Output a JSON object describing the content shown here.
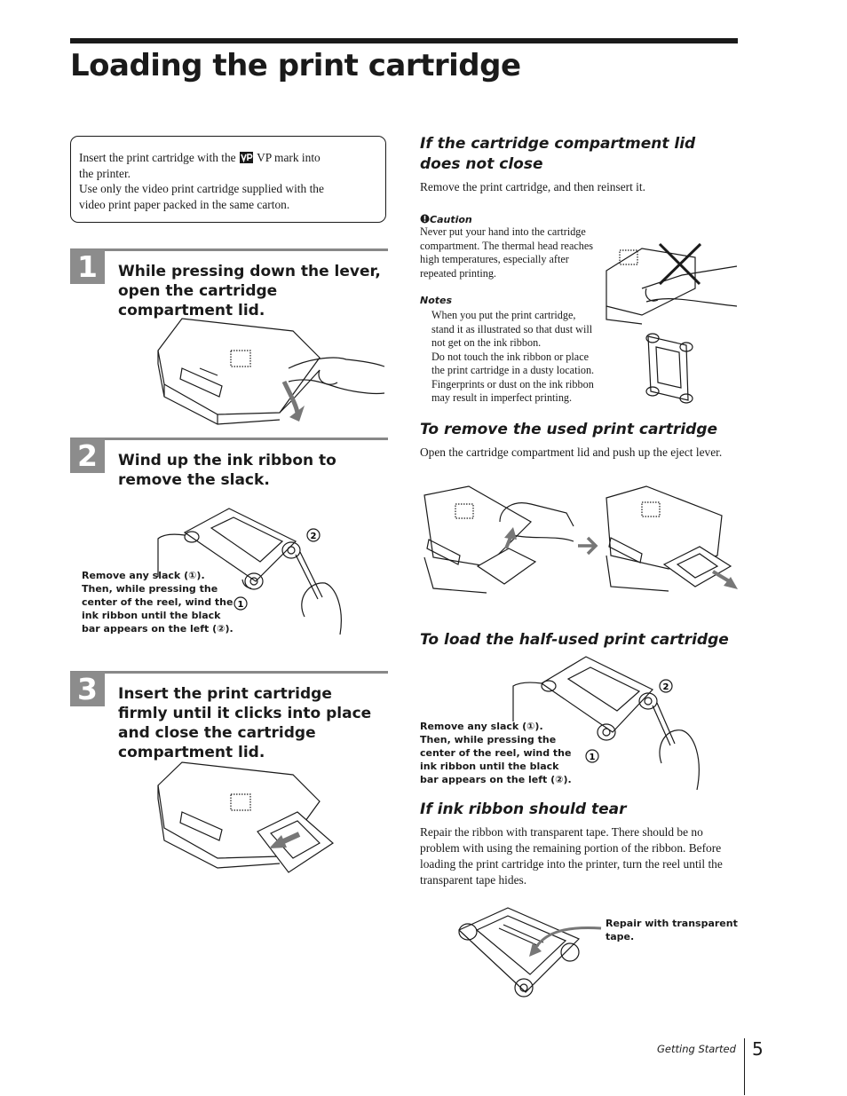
{
  "page": {
    "title": "Loading the print cartridge",
    "footer_section": "Getting Started",
    "page_number": "5"
  },
  "intro": {
    "line1_pre": "Insert the print cartridge with the",
    "line1_post": "VP mark  into",
    "line2": "the printer.",
    "line3": "Use  only the video print cartridge supplied with the",
    "line4": "video print paper packed in the same carton.",
    "vp_icon": "vp-mark-icon"
  },
  "steps": [
    {
      "number": "1",
      "text": "While pressing down the lever, open the cartridge compartment lid."
    },
    {
      "number": "2",
      "text": "Wind up the ink ribbon to remove the slack.",
      "callout": "Remove any slack (①).\nThen, while pressing the\ncenter of the reel, wind the\nink ribbon until the black\nbar appears on the left (②).",
      "marker_1": "1",
      "marker_2": "2"
    },
    {
      "number": "3",
      "text": "Insert the print cartridge firmly until it clicks into place and close the cartridge compartment lid."
    }
  ],
  "lid_section": {
    "heading": "If the cartridge compartment lid does not close",
    "body": "Remove the print cartridge, and then reinsert it.",
    "caution_label": "Caution",
    "caution_icon": "caution-icon",
    "caution_lines": [
      "Never put your hand into the cartridge",
      "compartment. The thermal head reaches",
      "high temperatures, especially after",
      "repeated printing."
    ],
    "notes_label": "Notes",
    "notes_lines": [
      "When you put the print cartridge,",
      "stand it as illustrated so that dust will",
      "not get on the ink ribbon.",
      "Do not touch the ink ribbon or place",
      "the print cartridge in a dusty location.",
      "Fingerprints or dust on the ink ribbon",
      "may result in imperfect printing."
    ]
  },
  "remove_section": {
    "heading": "To remove the used print cartridge",
    "body": "Open the cartridge compartment lid and push up the eject lever."
  },
  "half_used_section": {
    "heading": "To load the half-used print cartridge",
    "callout": "Remove any slack (①).\nThen, while pressing the\ncenter of the reel, wind the\nink ribbon until the black\nbar appears on the left (②).",
    "marker_1": "1",
    "marker_2": "2"
  },
  "tear_section": {
    "heading": "If ink ribbon should tear",
    "body": "Repair the ribbon with transparent tape. There should be no problem with using the remaining portion of the ribbon. Before loading the print cartridge into the printer, turn the reel until the transparent tape hides.",
    "callout": "Repair with transparent\ntape."
  }
}
